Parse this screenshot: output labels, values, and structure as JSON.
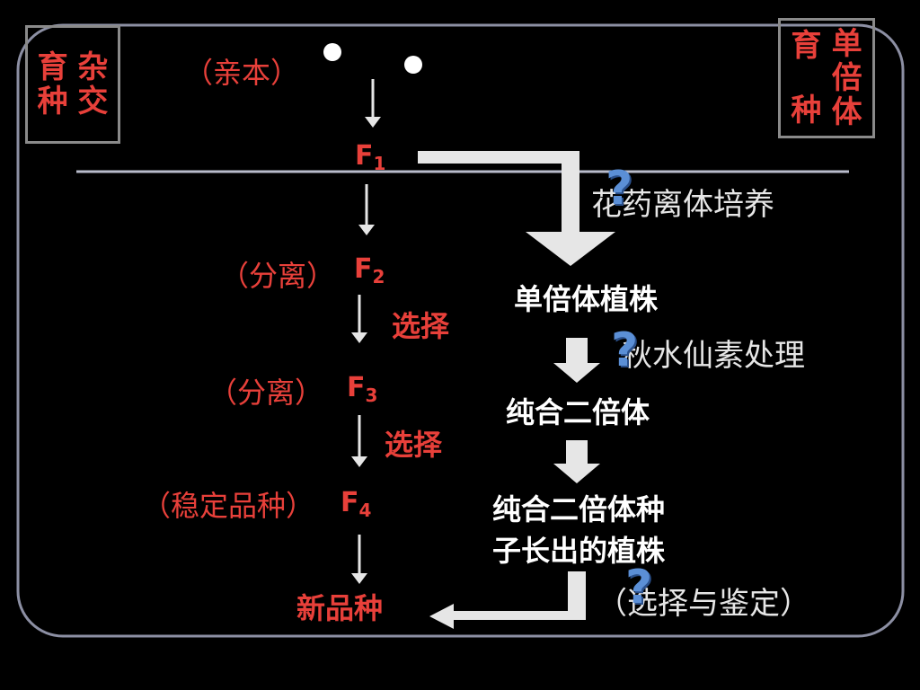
{
  "left_title": {
    "col1": [
      "育",
      "种"
    ],
    "col2": [
      "杂",
      "交"
    ]
  },
  "right_title": {
    "col1": [
      "育",
      "种"
    ],
    "col2": [
      "单",
      "倍",
      "体"
    ]
  },
  "hybrid": {
    "parent_label": "（亲本）",
    "f1": {
      "letter": "F",
      "sub": "1"
    },
    "f2": {
      "prefix": "（分离）",
      "letter": "F",
      "sub": "2"
    },
    "select1": "选择",
    "f3": {
      "prefix": "（分离）",
      "letter": "F",
      "sub": "3"
    },
    "select2": "选择",
    "f4": {
      "prefix": "（稳定品种）",
      "letter": "F",
      "sub": "4"
    },
    "new_variety": "新品种"
  },
  "haploid": {
    "step1_note": "花药离体培养",
    "haploid_plant": "单倍体植株",
    "step2_note": "秋水仙素处理",
    "pure_diploid": "纯合二倍体",
    "seed_plant_line1": "纯合二倍体种",
    "seed_plant_line2": "子长出的植株",
    "step3_note": "（选择与鉴定）",
    "question_mark": "?"
  },
  "colors": {
    "background": "#000000",
    "red": "#e8403a",
    "white": "#ffffff",
    "question": "#5b8fd6",
    "line": "#b9bccb"
  }
}
